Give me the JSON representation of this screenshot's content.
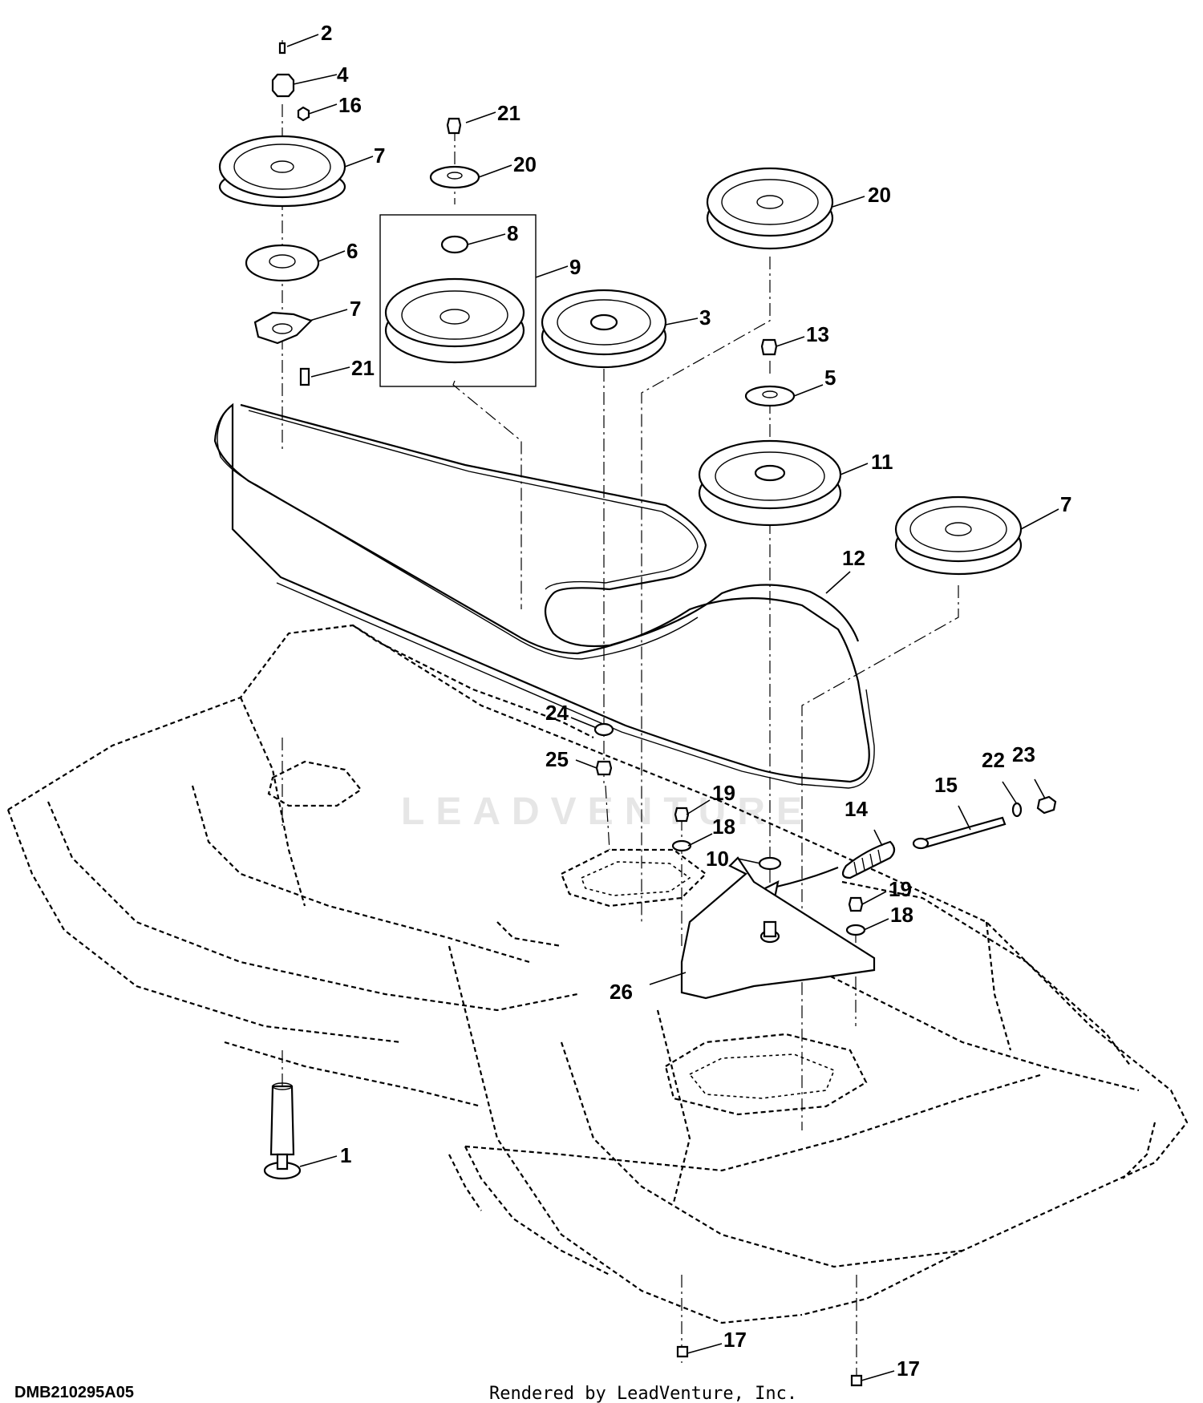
{
  "diagram": {
    "callouts": [
      "2",
      "4",
      "16",
      "7",
      "21",
      "20",
      "8",
      "6",
      "9",
      "7",
      "3",
      "13",
      "21",
      "5",
      "20",
      "11",
      "7",
      "12",
      "24",
      "25",
      "19",
      "22",
      "23",
      "15",
      "14",
      "18",
      "10",
      "19",
      "18",
      "26",
      "1",
      "17",
      "17"
    ]
  },
  "footer": {
    "code": "DMB210295A05",
    "credit": "Rendered by LeadVenture, Inc."
  },
  "watermark": {
    "text": "LEADVENTURE"
  }
}
